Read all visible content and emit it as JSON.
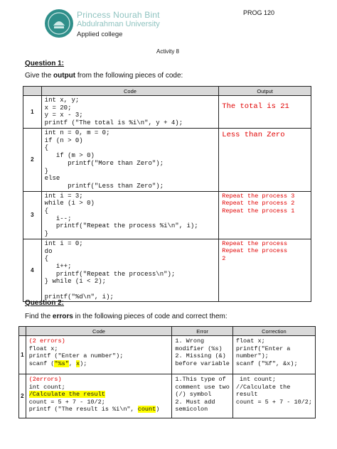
{
  "header": {
    "course": "PROG 120",
    "university_line1": "Princess Nourah Bint",
    "university_line2": "Abdulrahman University",
    "college": "Applied college",
    "activity": "Activity 8"
  },
  "q1": {
    "title": "Question 1:",
    "instr_pre": "Give the ",
    "instr_bold": "output",
    "instr_post": " from the following pieces of code:",
    "col_code": "Code",
    "col_output": "Output",
    "rows": [
      {
        "num": "1",
        "code": "int x, y;\nx = 20;\ny = x - 3;\nprintf (\"The total is %i\\n\", y + 4);",
        "output": "The total is 21"
      },
      {
        "num": "2",
        "code": "int n = 0, m = 0;\nif (n > 0)\n{\n   if (m > 0)\n      printf(\"More than Zero\");\n}\nelse\n      printf(\"Less than Zero\");",
        "output": "Less than Zero"
      },
      {
        "num": "3",
        "code": "int i = 3;\nwhile (i > 0)\n{\n   i--;\n   printf(\"Repeat the process %i\\n\", i);\n}",
        "output": "Repeat the process 3\nRepeat the process 2\nRepeat the process 1"
      },
      {
        "num": "4",
        "code": "int i = 0;\ndo\n{\n   i++;\n   printf(\"Repeat the process\\n\");\n} while (i < 2);\n\nprintf(\"%d\\n\", i);",
        "output": "Repeat the process\nRepeat the process\n2"
      }
    ]
  },
  "q2": {
    "title": "Question 2:",
    "instr_pre": "Find the ",
    "instr_bold": "errors",
    "instr_post": " in the following pieces of code and correct them:",
    "col_code": "Code",
    "col_error": "Error",
    "col_correction": "Correction",
    "rows": [
      {
        "num": "1",
        "code_note": "(2 errors)",
        "code_l1": "float x;",
        "code_l2": "printf (\"Enter a number\");",
        "code_l3_a": "scanf (",
        "code_l3_hl1": "\"%s\"",
        "code_l3_b": ", ",
        "code_l3_hl2": "x",
        "code_l3_c": ");",
        "error": "1. Wrong\nmodifier (%s)\n2. Missing (&)\nbefore variable",
        "correction": "float x;\nprintf(\"Enter a\nnumber\");\nscanf (\"%f\", &x);"
      },
      {
        "num": "2",
        "code_note": "(2errors)",
        "code_l1": "int count;",
        "code_l2_hl": "/Calculate the result",
        "code_l3": "count = 5 + 7 - 10/2;",
        "code_l4_a": "printf (\"The result is %i\\n\", ",
        "code_l4_hl": "count",
        "code_l4_b": ")",
        "error": "1.This type of\ncomment use two\n(/) symbol\n2. Must add\nsemicolon",
        "correction": " int count;\n//Calculate the\nresult\ncount = 5 + 7 - 10/2;"
      }
    ]
  }
}
